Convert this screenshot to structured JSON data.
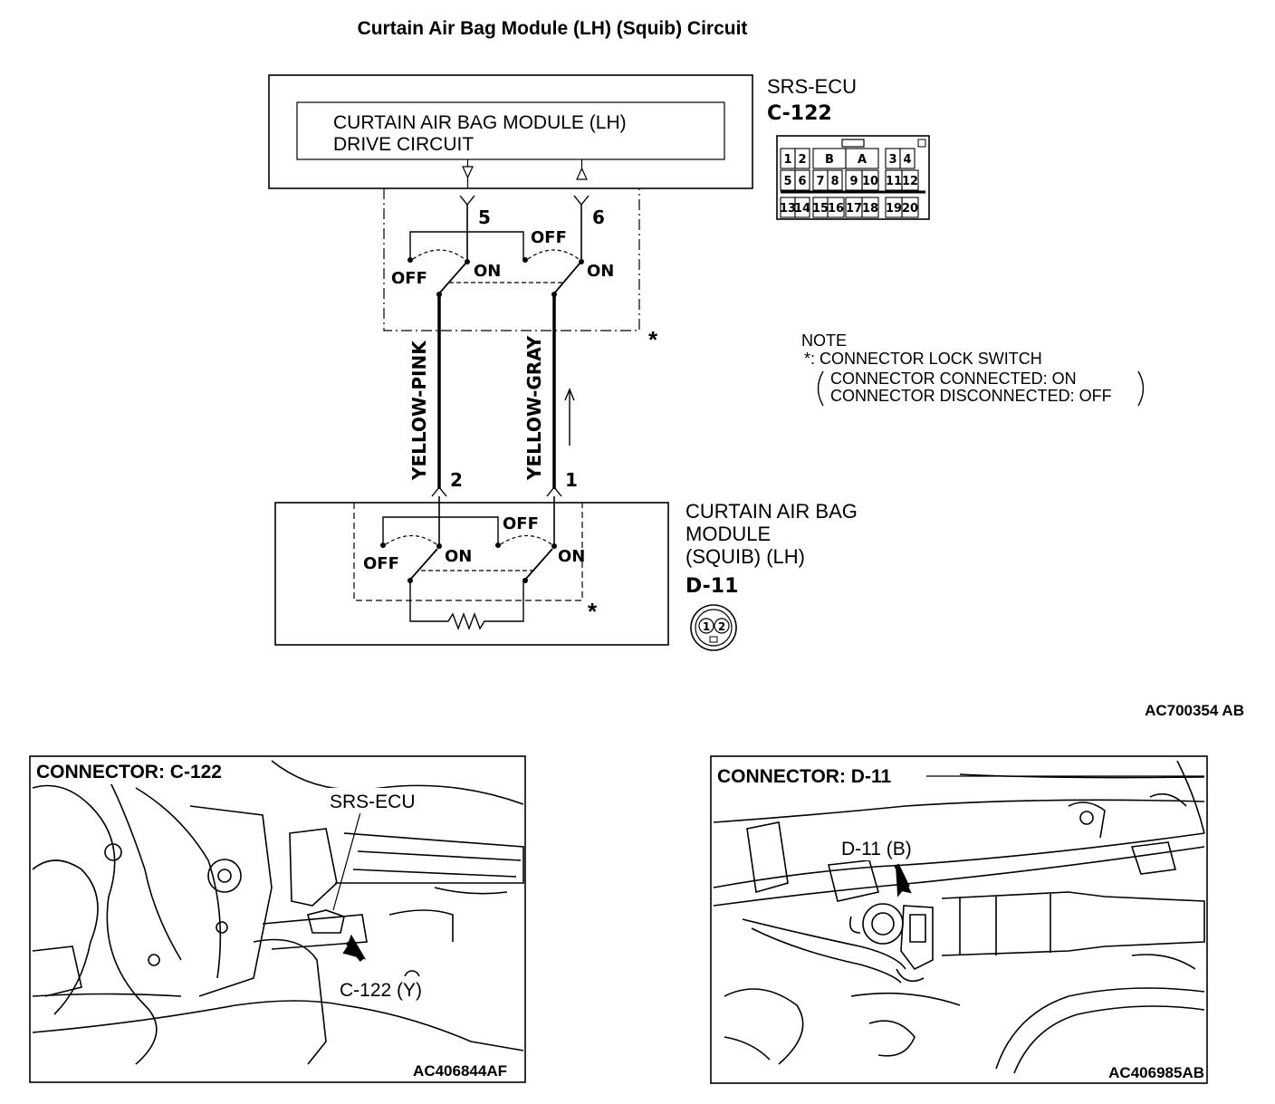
{
  "title": "Curtain Air Bag Module (LH) (Squib) Circuit",
  "ecu": {
    "name": "SRS-ECU",
    "connector": "C-122",
    "circuit_line1": "CURTAIN AIR BAG MODULE (LH)",
    "circuit_line2": "DRIVE CIRCUIT",
    "pins": {
      "row1": [
        "1",
        "2",
        "B",
        "A",
        "3",
        "4"
      ],
      "row2": [
        "5",
        "6",
        "7",
        "8",
        "9",
        "10",
        "11",
        "12"
      ],
      "row3": [
        "13",
        "14",
        "15",
        "16",
        "17",
        "18",
        "19",
        "20"
      ]
    }
  },
  "switch_labels": {
    "on": "ON",
    "off": "OFF",
    "star": "*"
  },
  "terminals": {
    "ecu_left": "5",
    "ecu_right": "6",
    "module_left": "2",
    "module_right": "1"
  },
  "wires": {
    "left": "YELLOW-PINK",
    "right": "YELLOW-GRAY"
  },
  "note": {
    "heading": "NOTE",
    "star_line": "*: CONNECTOR LOCK SWITCH",
    "line1": "CONNECTOR CONNECTED: ON",
    "line2": "CONNECTOR DISCONNECTED: OFF"
  },
  "module": {
    "name_line1": "CURTAIN AIR BAG",
    "name_line2": "MODULE",
    "name_line3": "(SQUIB) (LH)",
    "connector": "D-11",
    "pins": [
      "1",
      "2"
    ]
  },
  "diagram_code": "AC700354 AB",
  "photo_left": {
    "heading": "CONNECTOR: C-122",
    "label_ecu": "SRS-ECU",
    "label_conn": "C-122 (Y)",
    "code": "AC406844AF"
  },
  "photo_right": {
    "heading": "CONNECTOR: D-11",
    "label_conn": "D-11 (B)",
    "code": "AC406985AB"
  }
}
